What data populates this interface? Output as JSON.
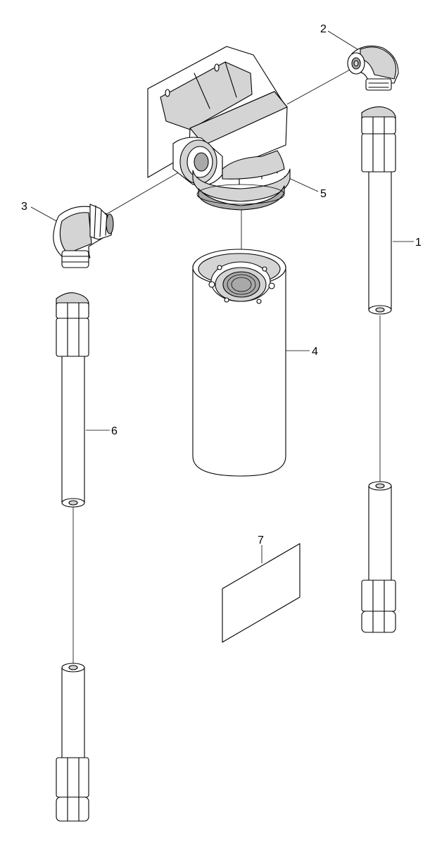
{
  "callouts": [
    {
      "id": "1",
      "part": "hose-right"
    },
    {
      "id": "2",
      "part": "elbow-fitting-right"
    },
    {
      "id": "3",
      "part": "elbow-fitting-left"
    },
    {
      "id": "4",
      "part": "filter-element"
    },
    {
      "id": "5",
      "part": "filter-head"
    },
    {
      "id": "6",
      "part": "hose-left"
    },
    {
      "id": "7",
      "part": "label-decal"
    }
  ],
  "colors": {
    "line": "#000000",
    "shade_light": "#d4d4d4",
    "shade_mid": "#a9a9a9",
    "shade_dark": "#7a7a7a",
    "background": "#ffffff"
  }
}
